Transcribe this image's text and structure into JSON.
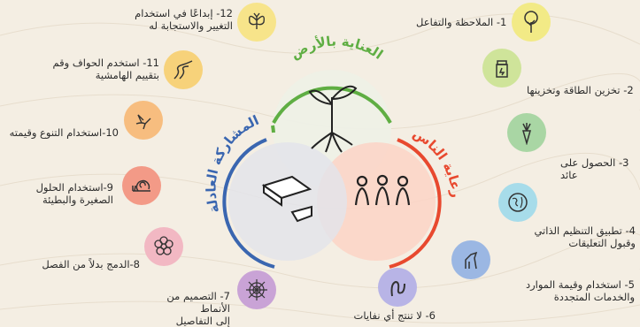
{
  "titles": {
    "earth": "العناية بالأرض",
    "people": "رعاية الناس",
    "fair": "المشاركة العادلة"
  },
  "colors": {
    "earth": "#5fae43",
    "people": "#e8492f",
    "fair": "#3a66b0"
  },
  "principles": [
    {
      "text": "1- الملاحظة والتفاعل",
      "color": "#f2ea86",
      "icon": "tree-icon"
    },
    {
      "text": "2- تخزين الطاقة وتخزينها",
      "color": "#cfe49a",
      "icon": "jar-icon"
    },
    {
      "text": "3- الحصول على عائد",
      "color": "#a9d6a4",
      "icon": "carrot-icon"
    },
    {
      "text": "4- تطبيق التنظيم الذاتي\nوقبول التعليقات",
      "color": "#a7dcea",
      "icon": "globe-icon"
    },
    {
      "text": "5- استخدام وقيمة الموارد\nوالخدمات المتجددة",
      "color": "#9bb7e3",
      "icon": "horse-icon"
    },
    {
      "text": "6- لا تنتج أي نفايات",
      "color": "#b8b4e6",
      "icon": "worm-icon"
    },
    {
      "text": "7- التصميم من الأنماط\nإلى التفاصيل",
      "color": "#c9a3d6",
      "icon": "spiderweb-icon"
    },
    {
      "text": "8-الدمج بدلاً من الفصل",
      "color": "#f2b8c3",
      "icon": "flower-icon"
    },
    {
      "text": "9-استخدام الحلول\nالصغيرة والبطيئة",
      "color": "#f39a87",
      "icon": "snail-icon"
    },
    {
      "text": "10-استخدام التنوع وقيمته",
      "color": "#f7bd7f",
      "icon": "hummingbird-icon"
    },
    {
      "text": "11-  استخدم الحواف وقم\nبتقييم الهامشية",
      "color": "#f7d27a",
      "icon": "path-icon"
    },
    {
      "text": "12- إبداعًا في استخدام\nالتغيير والاستجابة له",
      "color": "#f7e48a",
      "icon": "butterfly-icon"
    }
  ]
}
